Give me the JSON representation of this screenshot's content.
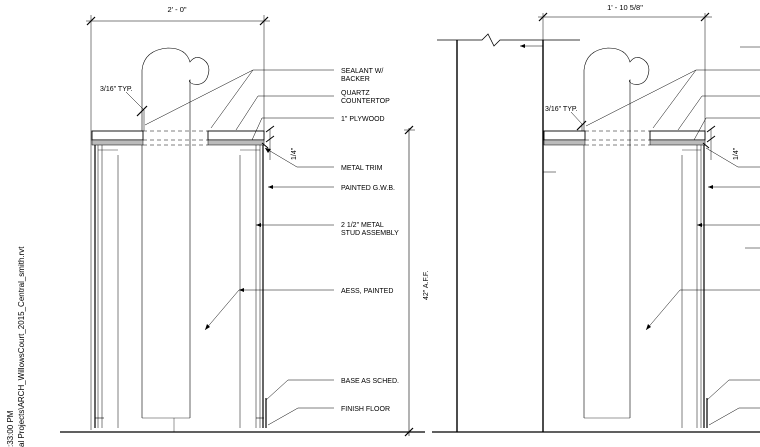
{
  "sidebar": {
    "time_text": ":33:00 PM",
    "path_text": "al Projects\\ARCH_WillowsCourt_2015_Central_smith.rvt"
  },
  "left_section": {
    "width_dim": "2' - 0\"",
    "sealant_typ": "3/16\" TYP.",
    "height_dim": "42\" A.F.F.",
    "reveal_dim": "1/4\"",
    "callouts": [
      {
        "line1": "SEALANT W/",
        "line2": "BACKER"
      },
      {
        "line1": "QUARTZ",
        "line2": "COUNTERTOP"
      },
      {
        "line1": "1\" PLYWOOD",
        "line2": ""
      },
      {
        "line1": "METAL TRIM",
        "line2": ""
      },
      {
        "line1": "PAINTED G.W.B.",
        "line2": ""
      },
      {
        "line1": "2 1/2\" METAL",
        "line2": "STUD ASSEMBLY"
      },
      {
        "line1": "AESS, PAINTED",
        "line2": ""
      },
      {
        "line1": "BASE AS SCHED.",
        "line2": ""
      },
      {
        "line1": "FINISH FLOOR",
        "line2": ""
      }
    ]
  },
  "right_section": {
    "width_dim": "1' - 10 5/8\"",
    "sealant_typ": "3/16\" TYP.",
    "reveal_dim": "1/4\""
  }
}
